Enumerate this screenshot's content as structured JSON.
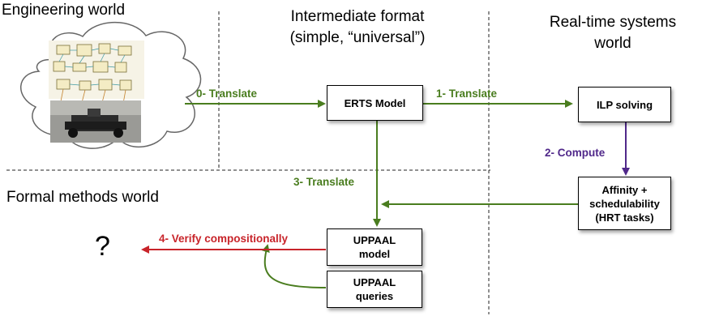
{
  "regions": {
    "engineering": "Engineering world",
    "intermediate_line1": "Intermediate format",
    "intermediate_line2": "(simple, “universal”)",
    "realtime_line1": "Real-time systems",
    "realtime_line2": "world",
    "formal": "Formal methods world"
  },
  "boxes": {
    "erts": "ERTS Model",
    "ilp": "ILP solving",
    "affinity_line1": "Affinity +",
    "affinity_line2": "schedulability",
    "affinity_line3": "(HRT tasks)",
    "uppaal_model_line1": "UPPAAL",
    "uppaal_model_line2": "model",
    "uppaal_queries_line1": "UPPAAL",
    "uppaal_queries_line2": "queries"
  },
  "arrows": {
    "translate0": "0- Translate",
    "translate1": "1- Translate",
    "compute2": "2- Compute",
    "translate3": "3- Translate",
    "verify4": "4- Verify compositionally"
  },
  "unknown": "?",
  "colors": {
    "green": "#4a7d1f",
    "purple": "#50288a",
    "red": "#c8242a",
    "cloud_fill": "#ffffff",
    "cloud_stroke": "#666666"
  },
  "icons": {
    "engineering_image": "robot-architecture-image"
  }
}
